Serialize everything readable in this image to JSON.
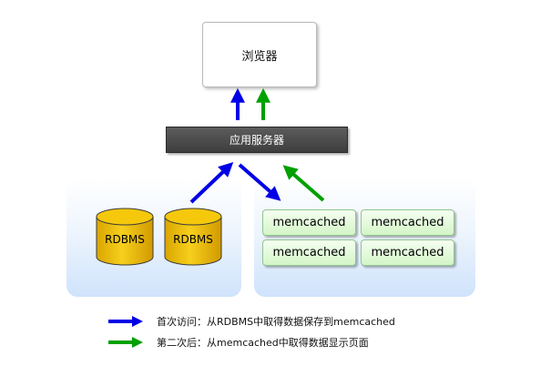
{
  "browser": {
    "label": "浏览器"
  },
  "app_server": {
    "label": "应用服务器"
  },
  "databases": [
    {
      "label": "RDBMS"
    },
    {
      "label": "RDBMS"
    }
  ],
  "memcached_nodes": [
    {
      "label": "memcached"
    },
    {
      "label": "memcached"
    },
    {
      "label": "memcached"
    },
    {
      "label": "memcached"
    }
  ],
  "legend": [
    {
      "color": "#0000e6",
      "text": "首次访问：从RDBMS中取得数据保存到memcached"
    },
    {
      "color": "#00a000",
      "text": "第二次后：从memcached中取得数据显示页面"
    }
  ],
  "colors": {
    "first_access_arrow": "#0000e6",
    "subsequent_access_arrow": "#00a000",
    "db_fill": "#f2c200",
    "panel_fill": "#cfe3fb",
    "memcached_fill": "#d4f5c8",
    "app_server_fill": "#4a4a4a"
  }
}
